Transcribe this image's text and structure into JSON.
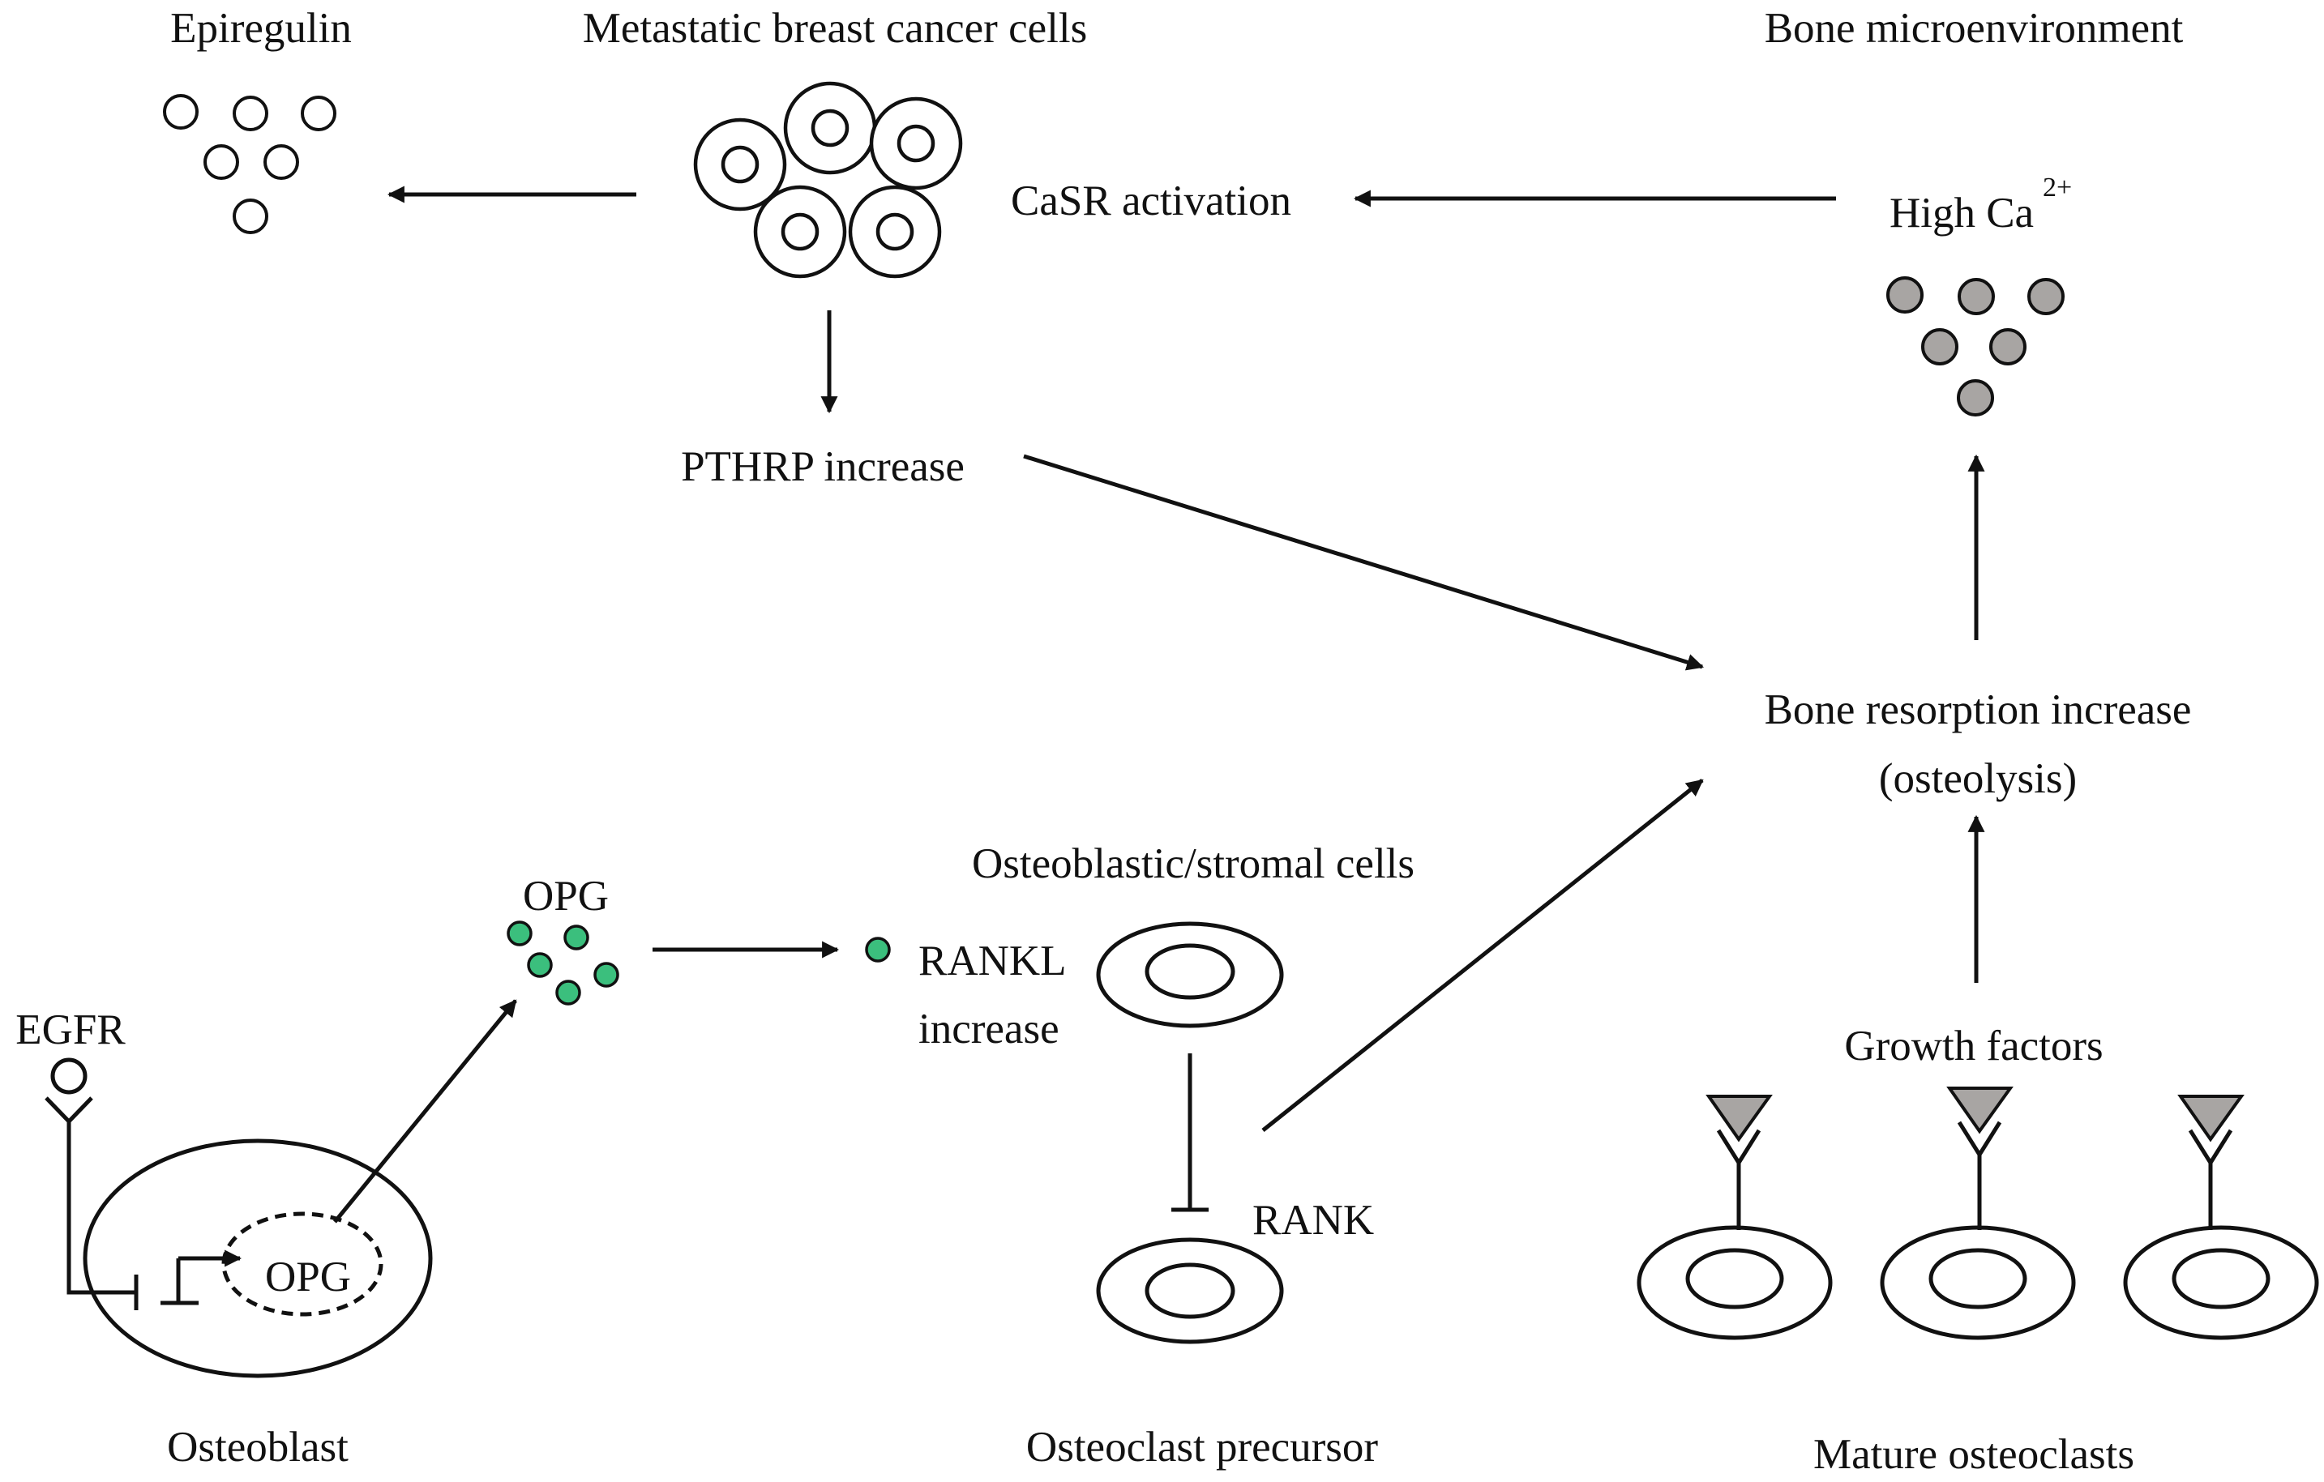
{
  "labels": {
    "epiregulin": "Epiregulin",
    "metastatic_cells": "Metastatic breast cancer cells",
    "bone_microenvironment": "Bone microenvironment",
    "casr_activation": "CaSR activation",
    "high_ca": "High Ca",
    "high_ca_charge": "2+",
    "pthrp_increase": "PTHRP increase",
    "bone_resorption_line1": "Bone resorption increase",
    "bone_resorption_line2": "(osteolysis)",
    "osteoblastic_stromal": "Osteoblastic/stromal cells",
    "opg_secreted": "OPG",
    "rankl_line1": "RANKL",
    "rankl_line2": "increase",
    "egfr": "EGFR",
    "opg_gene": "OPG",
    "rank": "RANK",
    "growth_factors": "Growth factors",
    "osteoblast": "Osteoblast",
    "osteoclast_precursor": "Osteoclast precursor",
    "mature_osteoclasts": "Mature osteoclasts"
  },
  "colors": {
    "line": "#111111",
    "calcium_fill": "#a8a5a3",
    "opg_fill": "#3bbf7d",
    "growth_factor_fill": "#a8a5a3"
  }
}
